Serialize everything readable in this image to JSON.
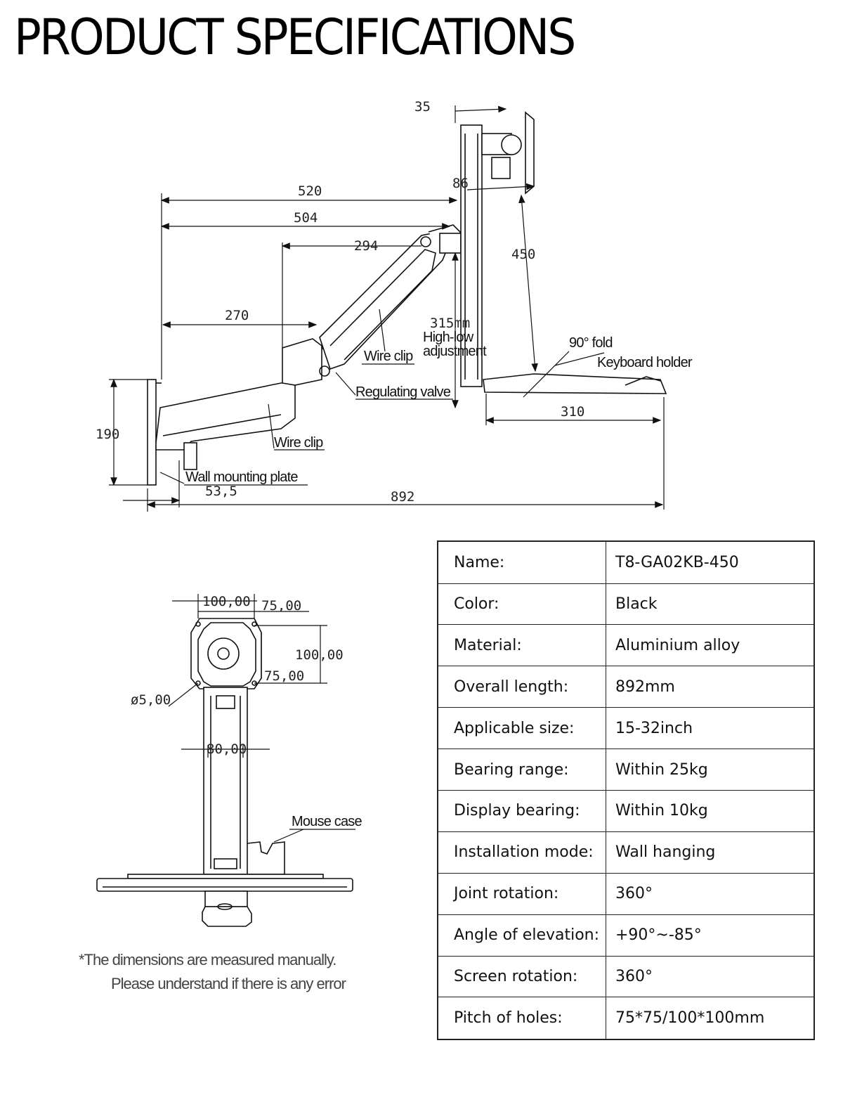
{
  "page": {
    "title": "PRODUCT SPECIFICATIONS"
  },
  "side_view": {
    "dims": {
      "d35": "35",
      "d86": "86",
      "d520": "520",
      "d504": "504",
      "d294": "294",
      "d450": "450",
      "d270": "270",
      "d315": "315mm",
      "d190": "190",
      "d310": "310",
      "d53": "53,5",
      "d892": "892"
    },
    "labels": {
      "high_low": "High-low",
      "adjustment": "adjustment",
      "fold": "90° fold",
      "keyboard_holder": "Keyboard holder",
      "wire_clip_upper": "Wire clip",
      "regulating_valve": "Regulating valve",
      "wire_clip_lower": "Wire clip",
      "wall_plate": "Wall mounting plate"
    }
  },
  "front_view": {
    "dims": {
      "h100": "100,00",
      "h75": "75,00",
      "v100": "100,00",
      "v75": "75,00",
      "hole": "ø5,00",
      "w80": "80,00"
    },
    "labels": {
      "mouse_case": "Mouse case"
    }
  },
  "note": {
    "line1": "*The dimensions are measured manually.",
    "line2": "Please understand if there is any error"
  },
  "specs": [
    {
      "key": "Name:",
      "value": "T8-GA02KB-450"
    },
    {
      "key": "Color:",
      "value": "Black"
    },
    {
      "key": "Material:",
      "value": "Aluminium alloy"
    },
    {
      "key": "Overall length:",
      "value": "892mm"
    },
    {
      "key": "Applicable size:",
      "value": "15-32inch"
    },
    {
      "key": "Bearing range:",
      "value": "Within 25kg"
    },
    {
      "key": "Display bearing:",
      "value": "Within 10kg"
    },
    {
      "key": "Installation mode:",
      "value": "Wall hanging"
    },
    {
      "key": "Joint rotation:",
      "value": "360°"
    },
    {
      "key": "Angle of elevation:",
      "value": "+90°~-85°"
    },
    {
      "key": "Screen rotation:",
      "value": "360°"
    },
    {
      "key": "Pitch of holes:",
      "value": "75*75/100*100mm"
    }
  ]
}
